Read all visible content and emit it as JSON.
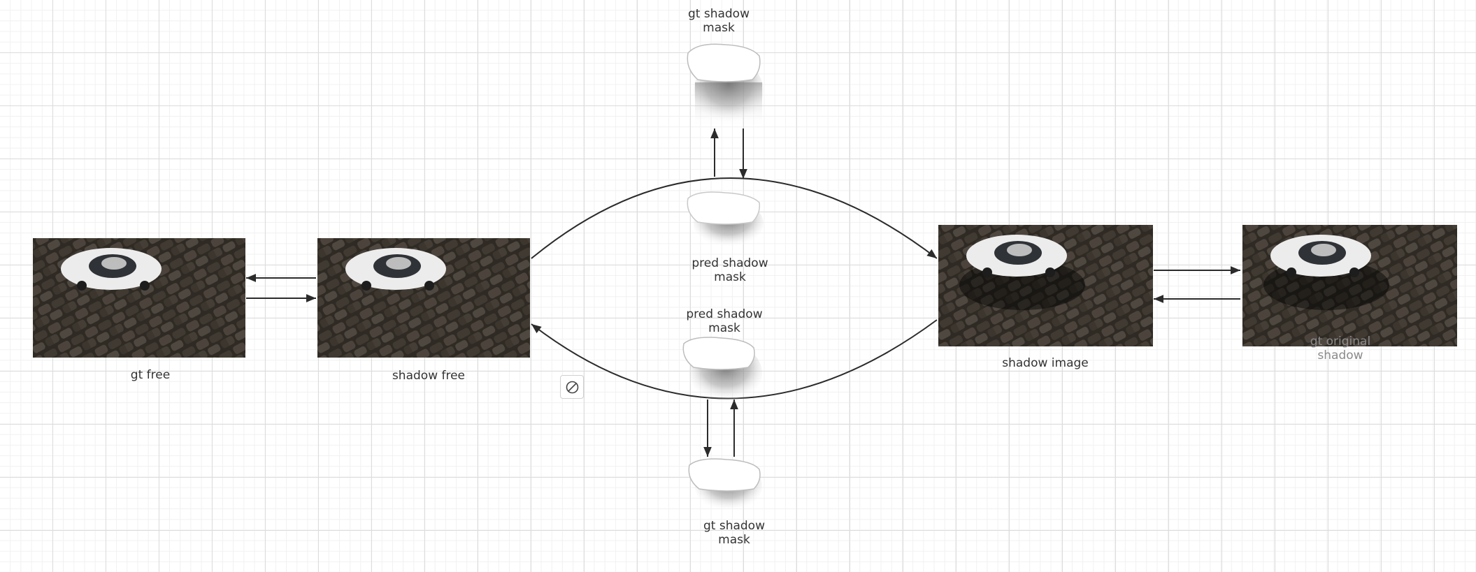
{
  "diagram": {
    "labels": {
      "gt_free": "gt free",
      "shadow_free": "shadow free",
      "shadow_image": "shadow image",
      "gt_original_shadow": "gt original\nshadow",
      "gt_shadow_mask_top": "gt shadow\nmask",
      "pred_shadow_mask_top": "pred shadow\nmask",
      "pred_shadow_mask_bottom": "pred shadow\nmask",
      "gt_shadow_mask_bottom": "gt shadow\nmask"
    },
    "toolbar": {
      "no_entry_icon": "no-entry-icon"
    },
    "colors": {
      "connector": "#2b2b2b",
      "ground_dark": "#2e2a24",
      "ground_light": "#5a5147",
      "car_body": "#ededed",
      "canopy": "#2f3236",
      "grid_major": "#dcdcdc",
      "grid_minor": "#f1f1f1"
    }
  }
}
